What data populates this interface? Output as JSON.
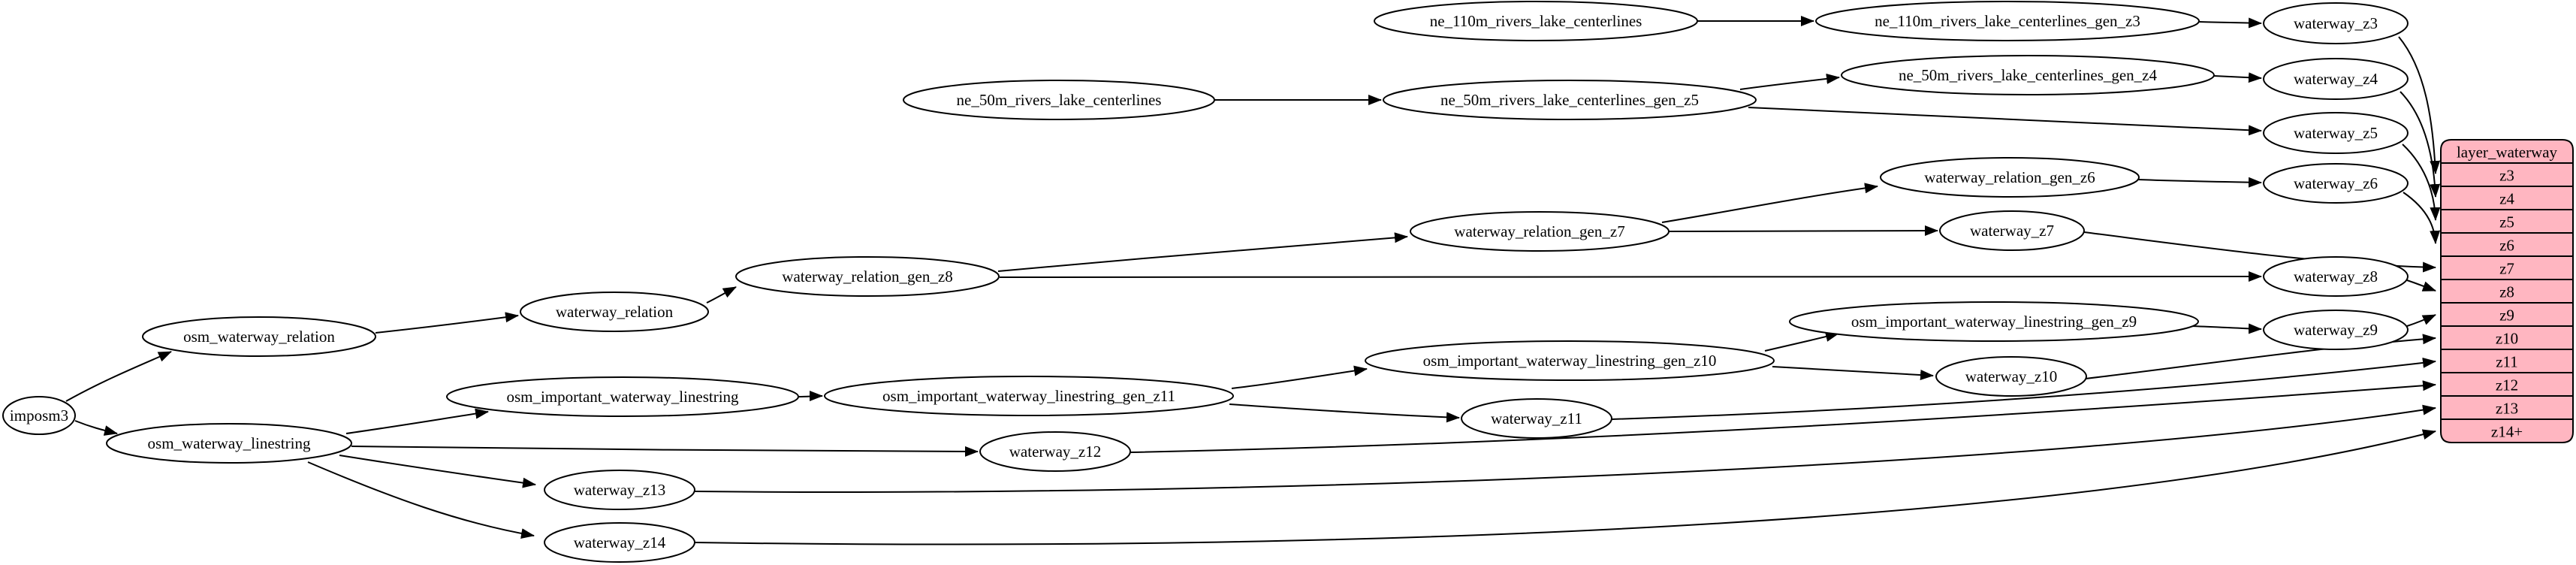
{
  "diagram": {
    "background_color": "#ffffff",
    "node_fill_color": "#ffffff",
    "node_stroke_color": "#000000",
    "edge_color": "#000000",
    "table": {
      "title": "layer_waterway",
      "fill_color": "#ffb6c1",
      "rows": [
        "z3",
        "z4",
        "z5",
        "z6",
        "z7",
        "z8",
        "z9",
        "z10",
        "z11",
        "z12",
        "z13",
        "z14+"
      ]
    },
    "nodes": [
      {
        "id": "imposm3",
        "label": "imposm3"
      },
      {
        "id": "osm_waterway_relation",
        "label": "osm_waterway_relation"
      },
      {
        "id": "osm_waterway_linestring",
        "label": "osm_waterway_linestring"
      },
      {
        "id": "waterway_relation",
        "label": "waterway_relation"
      },
      {
        "id": "waterway_relation_gen_z8",
        "label": "waterway_relation_gen_z8"
      },
      {
        "id": "waterway_relation_gen_z7",
        "label": "waterway_relation_gen_z7"
      },
      {
        "id": "waterway_relation_gen_z6",
        "label": "waterway_relation_gen_z6"
      },
      {
        "id": "ne_110m_rivers_lake_centerlines",
        "label": "ne_110m_rivers_lake_centerlines"
      },
      {
        "id": "ne_110m_rivers_lake_centerlines_gen_z3",
        "label": "ne_110m_rivers_lake_centerlines_gen_z3"
      },
      {
        "id": "ne_50m_rivers_lake_centerlines",
        "label": "ne_50m_rivers_lake_centerlines"
      },
      {
        "id": "ne_50m_rivers_lake_centerlines_gen_z5",
        "label": "ne_50m_rivers_lake_centerlines_gen_z5"
      },
      {
        "id": "ne_50m_rivers_lake_centerlines_gen_z4",
        "label": "ne_50m_rivers_lake_centerlines_gen_z4"
      },
      {
        "id": "osm_important_waterway_linestring",
        "label": "osm_important_waterway_linestring"
      },
      {
        "id": "osm_important_waterway_linestring_gen_z11",
        "label": "osm_important_waterway_linestring_gen_z11"
      },
      {
        "id": "osm_important_waterway_linestring_gen_z10",
        "label": "osm_important_waterway_linestring_gen_z10"
      },
      {
        "id": "osm_important_waterway_linestring_gen_z9",
        "label": "osm_important_waterway_linestring_gen_z9"
      },
      {
        "id": "waterway_z3",
        "label": "waterway_z3"
      },
      {
        "id": "waterway_z4",
        "label": "waterway_z4"
      },
      {
        "id": "waterway_z5",
        "label": "waterway_z5"
      },
      {
        "id": "waterway_z6",
        "label": "waterway_z6"
      },
      {
        "id": "waterway_z7",
        "label": "waterway_z7"
      },
      {
        "id": "waterway_z8",
        "label": "waterway_z8"
      },
      {
        "id": "waterway_z9",
        "label": "waterway_z9"
      },
      {
        "id": "waterway_z10",
        "label": "waterway_z10"
      },
      {
        "id": "waterway_z11",
        "label": "waterway_z11"
      },
      {
        "id": "waterway_z12",
        "label": "waterway_z12"
      },
      {
        "id": "waterway_z13",
        "label": "waterway_z13"
      },
      {
        "id": "waterway_z14",
        "label": "waterway_z14"
      }
    ],
    "edges": [
      {
        "from": "imposm3",
        "to": "osm_waterway_relation"
      },
      {
        "from": "imposm3",
        "to": "osm_waterway_linestring"
      },
      {
        "from": "osm_waterway_relation",
        "to": "waterway_relation"
      },
      {
        "from": "waterway_relation",
        "to": "waterway_relation_gen_z8"
      },
      {
        "from": "waterway_relation_gen_z8",
        "to": "waterway_relation_gen_z7"
      },
      {
        "from": "waterway_relation_gen_z8",
        "to": "waterway_z8"
      },
      {
        "from": "waterway_relation_gen_z7",
        "to": "waterway_relation_gen_z6"
      },
      {
        "from": "waterway_relation_gen_z7",
        "to": "waterway_z7"
      },
      {
        "from": "waterway_relation_gen_z6",
        "to": "waterway_z6"
      },
      {
        "from": "ne_110m_rivers_lake_centerlines",
        "to": "ne_110m_rivers_lake_centerlines_gen_z3"
      },
      {
        "from": "ne_110m_rivers_lake_centerlines_gen_z3",
        "to": "waterway_z3"
      },
      {
        "from": "ne_50m_rivers_lake_centerlines",
        "to": "ne_50m_rivers_lake_centerlines_gen_z5"
      },
      {
        "from": "ne_50m_rivers_lake_centerlines_gen_z5",
        "to": "ne_50m_rivers_lake_centerlines_gen_z4"
      },
      {
        "from": "ne_50m_rivers_lake_centerlines_gen_z5",
        "to": "waterway_z5"
      },
      {
        "from": "ne_50m_rivers_lake_centerlines_gen_z4",
        "to": "waterway_z4"
      },
      {
        "from": "osm_waterway_linestring",
        "to": "osm_important_waterway_linestring"
      },
      {
        "from": "osm_waterway_linestring",
        "to": "waterway_z12"
      },
      {
        "from": "osm_waterway_linestring",
        "to": "waterway_z13"
      },
      {
        "from": "osm_waterway_linestring",
        "to": "waterway_z14"
      },
      {
        "from": "osm_important_waterway_linestring",
        "to": "osm_important_waterway_linestring_gen_z11"
      },
      {
        "from": "osm_important_waterway_linestring_gen_z11",
        "to": "osm_important_waterway_linestring_gen_z10"
      },
      {
        "from": "osm_important_waterway_linestring_gen_z11",
        "to": "waterway_z11"
      },
      {
        "from": "osm_important_waterway_linestring_gen_z10",
        "to": "osm_important_waterway_linestring_gen_z9"
      },
      {
        "from": "osm_important_waterway_linestring_gen_z10",
        "to": "waterway_z10"
      },
      {
        "from": "osm_important_waterway_linestring_gen_z9",
        "to": "waterway_z9"
      },
      {
        "from": "waterway_z3",
        "to": "row:z3"
      },
      {
        "from": "waterway_z4",
        "to": "row:z4"
      },
      {
        "from": "waterway_z5",
        "to": "row:z5"
      },
      {
        "from": "waterway_z6",
        "to": "row:z6"
      },
      {
        "from": "waterway_z7",
        "to": "row:z7"
      },
      {
        "from": "waterway_z8",
        "to": "row:z8"
      },
      {
        "from": "waterway_z9",
        "to": "row:z9"
      },
      {
        "from": "waterway_z10",
        "to": "row:z10"
      },
      {
        "from": "waterway_z11",
        "to": "row:z11"
      },
      {
        "from": "waterway_z12",
        "to": "row:z12"
      },
      {
        "from": "waterway_z13",
        "to": "row:z13"
      },
      {
        "from": "waterway_z14",
        "to": "row:z14+"
      }
    ]
  }
}
